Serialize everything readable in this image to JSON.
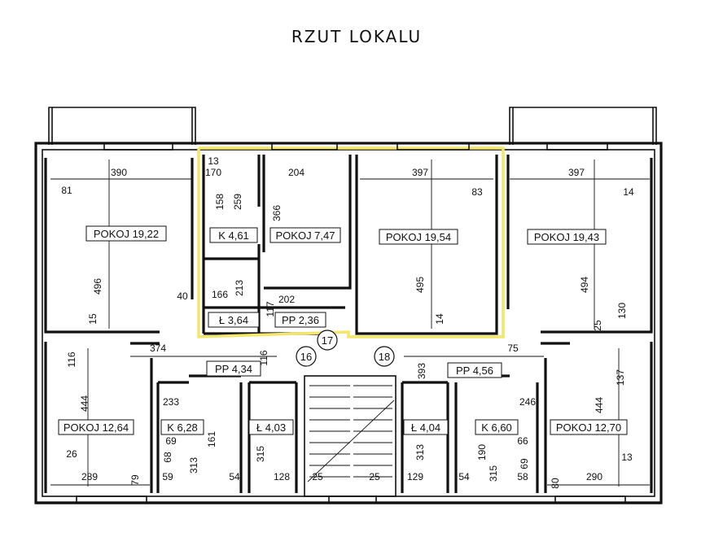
{
  "title": "RZUT LOKALU",
  "rooms": [
    {
      "id": "pokoj-a",
      "text": "POKOJ 19,22"
    },
    {
      "id": "k-a",
      "text": "K 4,61"
    },
    {
      "id": "pokoj-b",
      "text": "POKOJ 7,47"
    },
    {
      "id": "pokoj-c",
      "text": "POKOJ 19,54"
    },
    {
      "id": "pokoj-d",
      "text": "POKOJ 19,43"
    },
    {
      "id": "l-a",
      "text": "Ł 3,64"
    },
    {
      "id": "pp-a",
      "text": "PP 2,36"
    },
    {
      "id": "pp-b",
      "text": "PP 4,34"
    },
    {
      "id": "pp-c",
      "text": "PP 4,56"
    },
    {
      "id": "pokoj-e",
      "text": "POKOJ 12,64"
    },
    {
      "id": "k-b",
      "text": "K 6,28"
    },
    {
      "id": "l-b",
      "text": "Ł 4,03"
    },
    {
      "id": "l-c",
      "text": "Ł 4,04"
    },
    {
      "id": "k-c",
      "text": "K 6,60"
    },
    {
      "id": "pokoj-f",
      "text": "POKOJ 12,70"
    }
  ],
  "unit_numbers": [
    "17",
    "16",
    "18"
  ],
  "dimensions": [
    "390",
    "13",
    "170",
    "204",
    "397",
    "397",
    "81",
    "158",
    "259",
    "366",
    "83",
    "14",
    "496",
    "495",
    "494",
    "166",
    "213",
    "40",
    "202",
    "117",
    "15",
    "14",
    "25",
    "130",
    "374",
    "116",
    "393",
    "75",
    "116",
    "137",
    "444",
    "444",
    "233",
    "246",
    "161",
    "69",
    "66",
    "68",
    "59",
    "313",
    "315",
    "128",
    "25",
    "25",
    "129",
    "313",
    "190",
    "315",
    "69",
    "54",
    "54",
    "58",
    "26",
    "289",
    "79",
    "80",
    "290",
    "13"
  ]
}
